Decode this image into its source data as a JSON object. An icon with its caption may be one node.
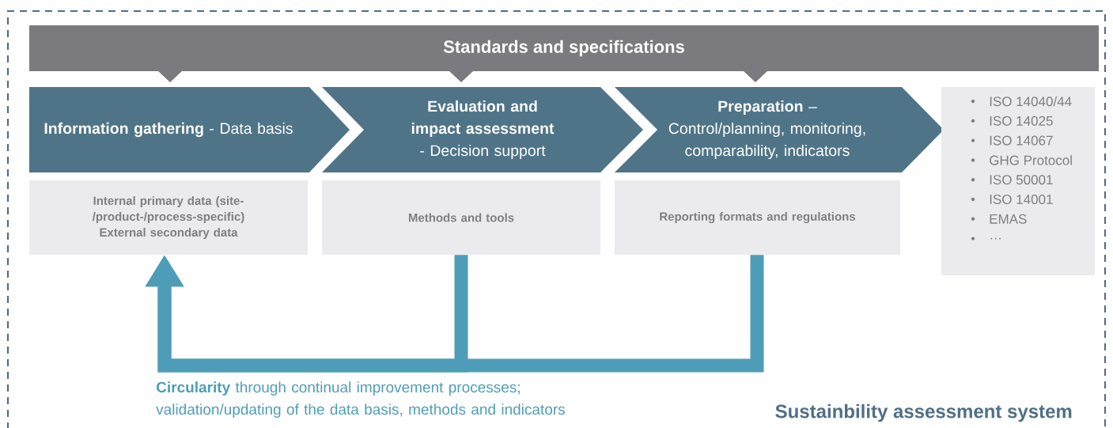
{
  "diagram": {
    "nodes": [
      {
        "text": [
          "Sustainbility assessment system"
        ]
      },
      {
        "text": [
          "Standards and specifications"
        ],
        "in": 0
      },
      {
        "text": [
          "**Information gathering** - Data basis"
        ],
        "in": 0
      },
      {
        "text": [
          "**Evaluation and impact assessment** - Decision support"
        ],
        "in": 0
      },
      {
        "text": [
          "**Preparation** – Control/planning, monitoring, comparability, indicators"
        ],
        "in": 0
      },
      {
        "text": [
          "Internal primary data (site-/product-/process-specific)",
          "External secondary data"
        ],
        "in": 0
      },
      {
        "text": [
          "Methods and tools"
        ],
        "in": 0
      },
      {
        "text": [
          "Reporting formats and regulations"
        ],
        "in": 0
      },
      {
        "text": [
          "ISO 14040/44",
          "ISO 14025",
          "ISO 14067",
          "GHG Protocol",
          "ISO 50001",
          "ISO 14001",
          "EMAS",
          "…"
        ],
        "in": 0
      }
    ],
    "edges": [
      {
        "from": 6,
        "to": 5,
        "arrow": "to"
      },
      {
        "from": 7,
        "to": 5,
        "arrow": "to"
      }
    ],
    "labels": [
      "**Circularity** through continual improvement processes; validation/updating of the data basis, methods and indicators"
    ]
  }
}
